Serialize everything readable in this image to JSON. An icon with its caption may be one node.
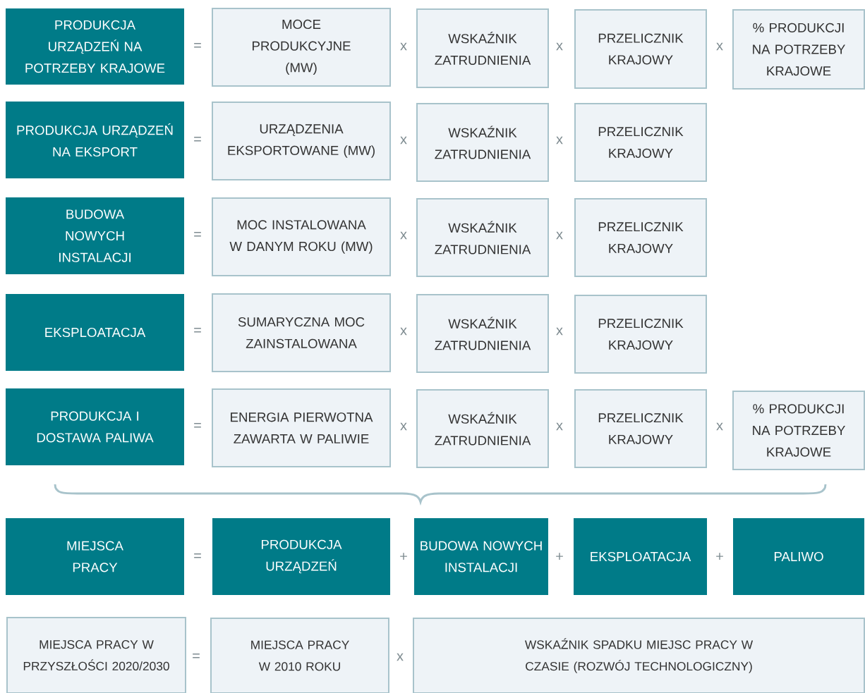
{
  "diagram": {
    "nodes": [
      {
        "text": [
          "PRODUKCJA URZĄDZEŃ NA POTRZEBY KRAJOWE"
        ]
      },
      {
        "text": [
          "MOCE PRODUKCYJNE (MW)"
        ]
      },
      {
        "text": [
          "WSKAŹNIK ZATRUDNIENIA"
        ]
      },
      {
        "text": [
          "PRZELICZNIK KRAJOWY"
        ]
      },
      {
        "text": [
          "% PRODUKCJI NA POTRZEBY KRAJOWE"
        ]
      },
      {
        "text": [
          "PRODUKCJA URZĄDZEŃ NA EKSPORT"
        ]
      },
      {
        "text": [
          "URZĄDZENIA EKSPORTOWANE (MW)"
        ]
      },
      {
        "text": [
          "WSKAŹNIK ZATRUDNIENIA"
        ]
      },
      {
        "text": [
          "PRZELICZNIK KRAJOWY"
        ]
      },
      {
        "text": [
          "BUDOWA NOWYCH INSTALACJI"
        ]
      },
      {
        "text": [
          "MOC INSTALOWANA W DANYM ROKU (MW)"
        ]
      },
      {
        "text": [
          "WSKAŹNIK ZATRUDNIENIA"
        ]
      },
      {
        "text": [
          "PRZELICZNIK KRAJOWY"
        ]
      },
      {
        "text": [
          "EKSPLOATACJA"
        ]
      },
      {
        "text": [
          "SUMARYCZNA MOC ZAINSTALOWANA"
        ]
      },
      {
        "text": [
          "WSKAŹNIK ZATRUDNIENIA"
        ]
      },
      {
        "text": [
          "PRZELICZNIK KRAJOWY"
        ]
      },
      {
        "text": [
          "PRODUKCJA I DOSTAWA PALIWA"
        ]
      },
      {
        "text": [
          "ENERGIA PIERWOTNA ZAWARTA W PALIWIE"
        ]
      },
      {
        "text": [
          "WSKAŹNIK ZATRUDNIENIA"
        ]
      },
      {
        "text": [
          "PRZELICZNIK KRAJOWY"
        ]
      },
      {
        "text": [
          "% PRODUKCJI NA POTRZEBY KRAJOWE"
        ]
      },
      {
        "text": [
          "MIEJSCA PRACY"
        ]
      },
      {
        "text": [
          "PRODUKCJA URZĄDZEŃ"
        ]
      },
      {
        "text": [
          "BUDOWA NOWYCH INSTALACJI"
        ]
      },
      {
        "text": [
          "EKSPLOATACJA"
        ]
      },
      {
        "text": [
          "PALIWO"
        ]
      },
      {
        "text": [
          "MIEJSCA PRACY W PRZYSZŁOŚCI 2020/2030"
        ]
      },
      {
        "text": [
          "MIEJSCA PRACY W 2010 ROKU"
        ]
      },
      {
        "text": [
          "WSKAŹNIK SPADKU MIEJSC PRACY W CZASIE (ROZWÓJ TECHNOLOGICZNY)"
        ]
      }
    ],
    "labels": [
      "=",
      "x",
      "x",
      "x",
      "=",
      "x",
      "x",
      "=",
      "x",
      "x",
      "=",
      "x",
      "x",
      "=",
      "x",
      "x",
      "x",
      "=",
      "+",
      "+",
      "+",
      "=",
      "x"
    ]
  }
}
